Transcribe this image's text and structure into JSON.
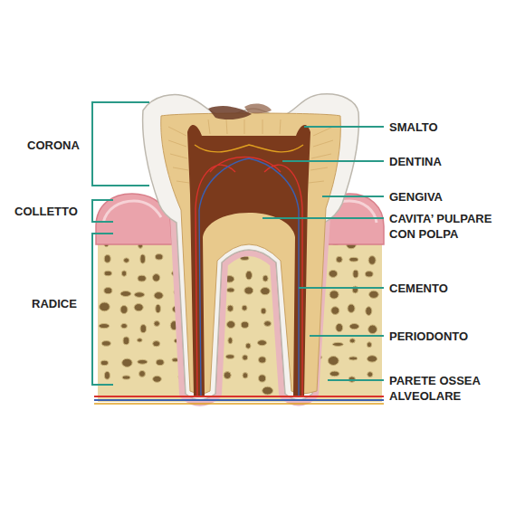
{
  "diagram": {
    "labels": [
      "CORONA",
      "COLLETTO",
      "RADICE",
      "SMALTO",
      "DENTINA",
      "GENGIVA",
      "CAVITA’ PULPARE CON POLPA",
      "CEMENTO",
      "PERIODONTO",
      "PARETE OSSEA ALVEOLARE"
    ]
  }
}
